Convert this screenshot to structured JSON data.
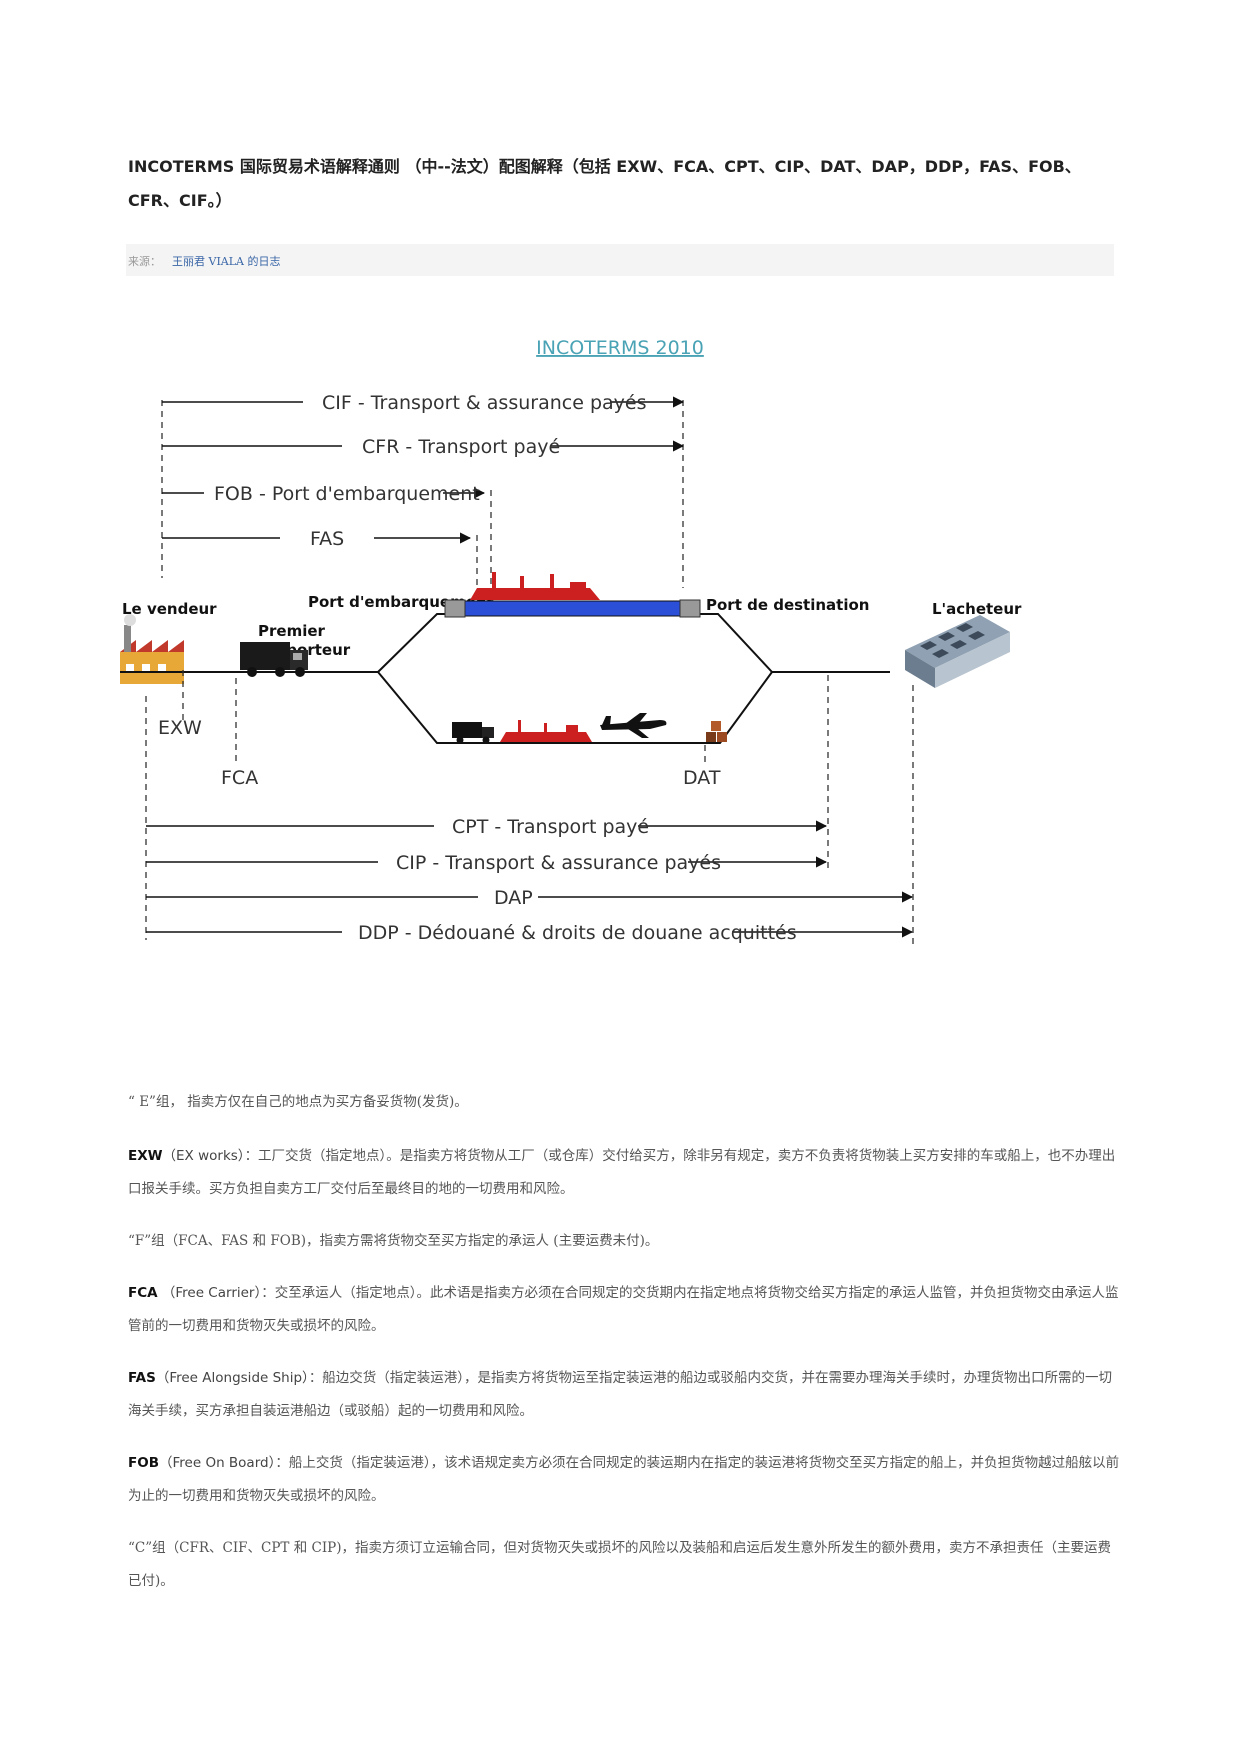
{
  "title": "INCOTERMS 国际贸易术语解释通则 （中--法文）配图解释（包括 EXW、FCA、CPT、CIP、DAT、DAP，DDP，FAS、FOB、CFR、CIF。）",
  "source": {
    "label": "来源：",
    "value": "王丽君 VIALA 的日志"
  },
  "diagram": {
    "heading": "INCOTERMS 2010",
    "top_arrows": [
      "CIF - Transport & assurance payés",
      "CFR - Transport payé",
      "FOB - Port d'embarquement",
      "FAS"
    ],
    "labels": {
      "seller": "Le vendeur",
      "first_carrier_1": "Premier",
      "first_carrier_2": "transporteur",
      "port_loading": "Port d'embarquement",
      "port_destination": "Port de destination",
      "buyer": "L'acheteur"
    },
    "points": {
      "exw": "EXW",
      "fca": "FCA",
      "dat": "DAT"
    },
    "bottom_arrows": [
      "CPT - Transport payé",
      "CIP - Transport & assurance payés",
      "DAP",
      "DDP - Dédouané & droits de douane acquittés"
    ],
    "colors": {
      "heading": "#4aa3b5",
      "ship": "#cc1f1f",
      "sea": "#2b4fd6",
      "lines": "#111111"
    }
  },
  "paragraphs": {
    "p1": {
      "text": "“ E”组， 指卖方仅在自己的地点为买方备妥货物(发货)。"
    },
    "p2": {
      "term": "EXW",
      "en": "（EX works）",
      "text": "：工厂交货（指定地点）。是指卖方将货物从工厂（或仓库）交付给买方，除非另有规定，卖方不负责将货物装上买方安排的车或船上，也不办理出口报关手续。买方负担自卖方工厂交付后至最终目的地的一切费用和风险。"
    },
    "p3": {
      "text": "“F”组（FCA、FAS 和 FOB)，指卖方需将货物交至买方指定的承运人 (主要运费未付)。"
    },
    "p4": {
      "term": "FCA",
      "en": " （Free Carrier）",
      "text": "：交至承运人（指定地点）。此术语是指卖方必须在合同规定的交货期内在指定地点将货物交给买方指定的承运人监管，并负担货物交由承运人监管前的一切费用和货物灭失或损坏的风险。"
    },
    "p5": {
      "term": "FAS",
      "en": "（Free Alongside Ship）",
      "text": "：船边交货（指定装运港），是指卖方将货物运至指定装运港的船边或驳船内交货，并在需要办理海关手续时，办理货物出口所需的一切海关手续，买方承担自装运港船边（或驳船）起的一切费用和风险。"
    },
    "p6": {
      "term": "FOB",
      "en": "（Free On Board）",
      "text": "：船上交货（指定装运港），该术语规定卖方必须在合同规定的装运期内在指定的装运港将货物交至买方指定的船上，并负担货物越过船舷以前为止的一切费用和货物灭失或损坏的风险。"
    },
    "p7": {
      "text": "“C”组（CFR、CIF、CPT 和 CIP)，指卖方须订立运输合同，但对货物灭失或损坏的风险以及装船和启运后发生意外所发生的额外费用，卖方不承担责任（主要运费已付)。"
    }
  }
}
